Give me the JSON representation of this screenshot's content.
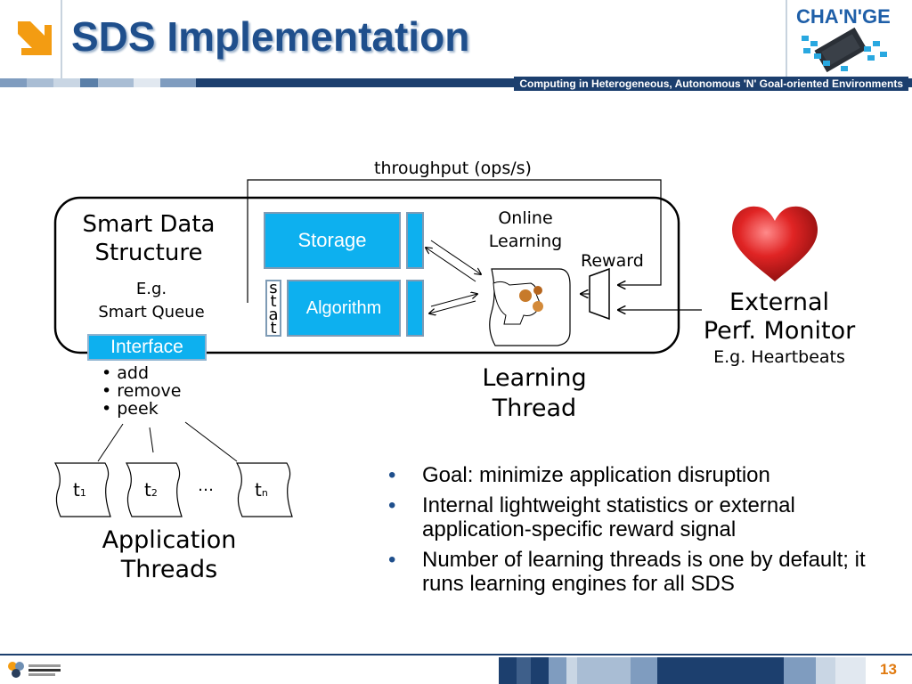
{
  "header": {
    "title": "SDS Implementation",
    "logo_text": "CHA'N'GE",
    "tagline": "Computing in Heterogeneous, Autonomous 'N' Goal-oriented Environments"
  },
  "diagram": {
    "sds_title_line1": "Smart Data",
    "sds_title_line2": "Structure",
    "sds_eg_line1": "E.g.",
    "sds_eg_line2": "Smart Queue",
    "storage": "Storage",
    "algorithm": "Algorithm",
    "stat_letters": [
      "s",
      "t",
      "a",
      "t"
    ],
    "interface": "Interface",
    "operations": [
      "add",
      "remove",
      "peek"
    ],
    "throughput": "throughput (ops/s)",
    "online_learning_line1": "Online",
    "online_learning_line2": "Learning",
    "reward": "Reward",
    "learning_thread_line1": "Learning",
    "learning_thread_line2": "Thread",
    "external_line1": "External",
    "external_line2": "Perf. Monitor",
    "external_eg": "E.g. Heartbeats",
    "threads": [
      {
        "base": "t",
        "sub": "1"
      },
      {
        "base": "t",
        "sub": "2"
      },
      {
        "base": "t",
        "sub": "n"
      }
    ],
    "thread_ellipsis": "…",
    "app_threads_line1": "Application",
    "app_threads_line2": "Threads"
  },
  "bullets": [
    "Goal: minimize application disruption",
    "Internal lightweight statistics or external application-specific reward signal",
    "Number of learning threads is one by default; it runs learning engines for all SDS"
  ],
  "footer": {
    "page_number": "13"
  },
  "colors": {
    "title_blue": "#1f4f8c",
    "box_cyan": "#0db0ef",
    "accent_orange": "#f39c12",
    "heart_red": "#d62020",
    "navy": "#1c3f6e"
  }
}
